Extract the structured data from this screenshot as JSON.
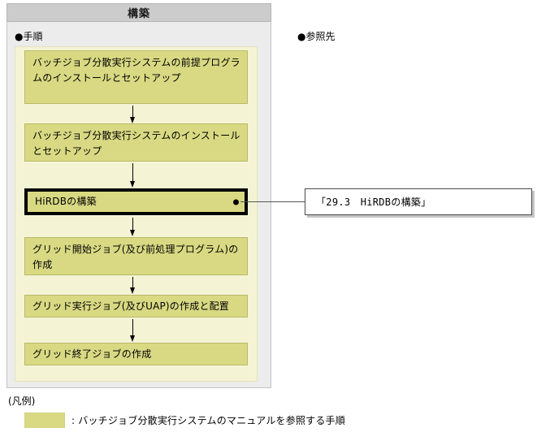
{
  "panel": {
    "title": "構築"
  },
  "sections": {
    "procedure_heading": "●手順",
    "reference_heading": "●参照先"
  },
  "flow": {
    "steps": [
      {
        "id": "step-1",
        "label": "バッチジョブ分散実行システムの前提プログラムのインストールとセットアップ",
        "highlighted": false
      },
      {
        "id": "step-2",
        "label": "バッチジョブ分散実行システムのインストールとセットアップ",
        "highlighted": false
      },
      {
        "id": "step-3",
        "label": "HiRDBの構築",
        "highlighted": true
      },
      {
        "id": "step-4",
        "label": "グリッド開始ジョブ(及び前処理プログラム)の作成",
        "highlighted": false
      },
      {
        "id": "step-5",
        "label": "グリッド実行ジョブ(及びUAP)の作成と配置",
        "highlighted": false
      },
      {
        "id": "step-6",
        "label": "グリッド終了ジョブの作成",
        "highlighted": false
      }
    ]
  },
  "reference": {
    "box_label": "「29.3　HiRDBの構築」"
  },
  "legend": {
    "title": "(凡例)",
    "entry_text": ": バッチジョブ分散実行システムのマニュアルを参照する手順",
    "swatch_color": "#d9d983"
  },
  "colors": {
    "panel_bg": "#ececec",
    "title_bar": "#cccccc",
    "flow_panel_bg": "#f4f4d5",
    "step_fill": "#d9d983",
    "step_border": "#b9b96a",
    "highlight_border": "#000000"
  }
}
